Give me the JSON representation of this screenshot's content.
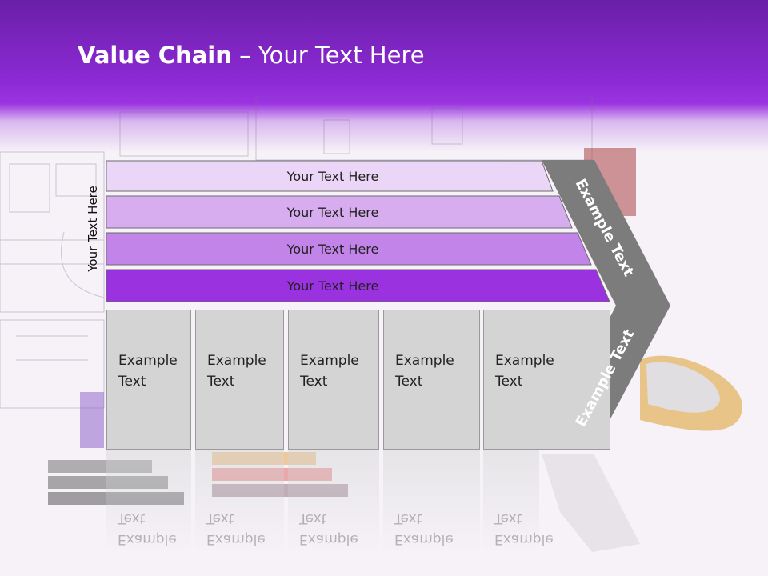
{
  "slide": {
    "title_bold": "Value Chain",
    "title_rest": " – Your Text Here"
  },
  "side_label": "Your Text Here",
  "rows": [
    {
      "label": "Your Text Here",
      "color": "#ecd6f7"
    },
    {
      "label": "Your Text Here",
      "color": "#d8adf0"
    },
    {
      "label": "Your Text Here",
      "color": "#c384ea"
    },
    {
      "label": "Your Text Here",
      "color": "#9a32e0"
    }
  ],
  "boxes": [
    {
      "line1": "Example",
      "line2": "Text"
    },
    {
      "line1": "Example",
      "line2": "Text"
    },
    {
      "line1": "Example",
      "line2": "Text"
    },
    {
      "line1": "Example",
      "line2": "Text"
    },
    {
      "line1": "Example",
      "line2": "Text"
    }
  ],
  "chevron": {
    "upper_label": "Example Text",
    "lower_label": "Example Text",
    "color": "#7c7c7c"
  }
}
